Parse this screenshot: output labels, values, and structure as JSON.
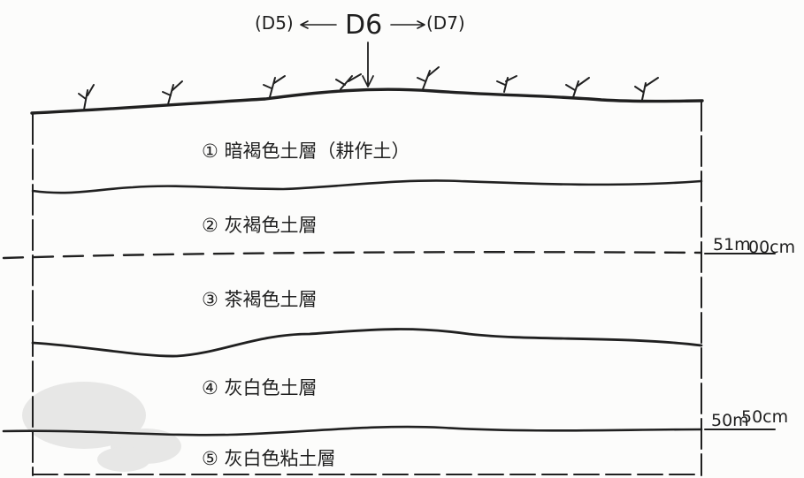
{
  "header": {
    "section_left": "(D5)",
    "section_center": "D6",
    "section_right": "(D7)"
  },
  "layers": [
    {
      "label": "① 暗褐色土層（耕作土）"
    },
    {
      "label": "② 灰褐色土層"
    },
    {
      "label": "③ 茶褐色土層"
    },
    {
      "label": "④ 灰白色土層"
    },
    {
      "label": "⑤ 灰白色粘土層"
    }
  ],
  "elevations": {
    "upper_m": "51m",
    "upper_cm": "00cm",
    "lower_m": "50m",
    "lower_cm": "50cm"
  }
}
